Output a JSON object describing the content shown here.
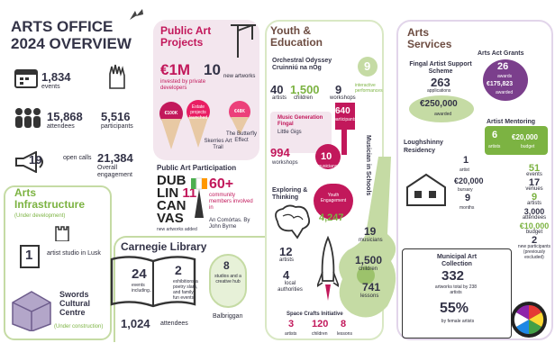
{
  "header": {
    "line1": "ARTS OFFICE",
    "line2": "2024 OVERVIEW"
  },
  "left_stats": {
    "events_num": "1,834",
    "events_label": "events",
    "attendees_num": "15,868",
    "attendees_label": "attendees",
    "participants_num": "5,516",
    "participants_label": "participants",
    "open_calls_num": "19",
    "open_calls_label": "open calls",
    "overall_num": "21,384",
    "overall_label": "Overall engagement"
  },
  "infrastructure": {
    "title": "Arts Infrastructure",
    "subtitle": "(Under development)",
    "studio_num": "1",
    "studio_label": "artist studio in Lusk",
    "swords_title": "Swords Cultural Centre",
    "swords_sub": "(Under construction)"
  },
  "public_art": {
    "title": "Public Art Projects",
    "million": "€1M",
    "million_label": "invested by private developers",
    "artworks_num": "10",
    "artworks_label": "new artworks",
    "cone1": "€100K",
    "cone2": "Estate projects launched",
    "cone3": "€48K",
    "skerries": "Skerries Art Trail",
    "butterfly": "The Butterfly Effect"
  },
  "participation": {
    "title": "Public Art Participation",
    "dub": "DUB",
    "lin": "LIN",
    "can": "CAN",
    "vas": "VAS",
    "eleven": "11",
    "caption": "new artworks added",
    "num": "60+",
    "label": "community members involved in",
    "work": "An Comórtas. By John Byrne"
  },
  "carnegie": {
    "title": "Carnegie Library",
    "events_num": "24",
    "events_label": "events including...",
    "exhib_num": "2",
    "exhib_label": "exhibitions a poetry slam, and family fun events",
    "attendees_num": "1,024",
    "attendees_label": "attendees"
  },
  "balbriggan": {
    "num": "8",
    "label": "studios and a creative hub",
    "place": "Balbriggan"
  },
  "youth": {
    "title": "Youth & Education",
    "odyssey_title": "Orchestral Odyssey Cruinniú na nÓg",
    "artists_num": "40",
    "artists_label": "artists",
    "children_num": "1,500",
    "children_label": "children",
    "workshops_num": "9",
    "workshops_label": "workshops",
    "interactive_num": "9",
    "interactive_label": "interactive performances",
    "musicgen_title": "Music Generation Fingal",
    "musicgen_sub": "Little Gigs",
    "workshops2_num": "994",
    "workshops2_label": "workshops",
    "participants_num": "640",
    "participants_label": "participants",
    "musicians_num": "10",
    "musicians_label": "musicians",
    "exploring_title": "Exploring & Thinking",
    "exp_artists_num": "12",
    "exp_artists_label": "artists",
    "exp_auth_num": "4",
    "exp_auth_label": "local authorities",
    "youth_eng_label": "Youth Engagement",
    "youth_eng_num": "4,247",
    "mis_title": "Musician in Schools",
    "mis_musicians_num": "19",
    "mis_musicians_label": "musicians",
    "mis_children_num": "1,500",
    "mis_children_label": "children",
    "mis_lessons_num": "741",
    "mis_lessons_label": "lessons",
    "space_title": "Space Crafts Initiative",
    "space_artists_num": "3",
    "space_artists_label": "artists",
    "space_children_num": "120",
    "space_children_label": "children",
    "space_lessons_num": "8",
    "space_lessons_label": "lessons"
  },
  "services": {
    "title": "Arts Services",
    "fingal_title": "Fingal Artist Support Scheme",
    "apps_num": "263",
    "apps_label": "applications",
    "money": "€250,000",
    "money_label": "awarded",
    "lough_title": "Loughshinny Residency",
    "lough_artist_num": "1",
    "lough_artist_label": "artist",
    "lough_bursary": "€20,000",
    "lough_bursary_label": "bursary",
    "lough_months_num": "9",
    "lough_months_label": "months",
    "grants_title": "Arts Act Grants",
    "grants_awards_num": "26",
    "grants_awards_label": "awards",
    "grants_money": "€175,823",
    "grants_money_label": "awarded",
    "mentoring_title": "Artist Mentoring",
    "ment_artists_num": "6",
    "ment_artists_label": "artists",
    "ment_budget": "€20,000",
    "ment_budget_label": "budget",
    "events_num": "51",
    "events_label": "events",
    "venues_num": "17",
    "venues_label": "venues",
    "artists_num": "9",
    "artists_label": "artists",
    "audience_num": "3,000",
    "audience_label": "attendees",
    "budget_num": "€10,000",
    "budget_label": "budget",
    "new_num": "2",
    "new_label": "new participants (previously excluded)",
    "mac_title": "Municipal Art Collection",
    "mac_num": "332",
    "mac_label": "artworks total by 238 artists",
    "mac_pct": "55%",
    "mac_pct_label": "by female artists"
  }
}
